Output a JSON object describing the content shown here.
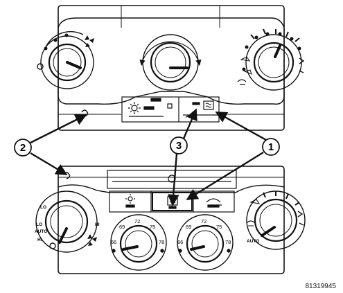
{
  "callouts": [
    {
      "number": "1"
    },
    {
      "number": "2"
    },
    {
      "number": "3"
    }
  ],
  "lower_panel": {
    "mode_knob_labels": {
      "lo_top": "LO",
      "lo": "LO",
      "auto": "AUTO",
      "hi_left": "HI",
      "hi_right": "HI"
    },
    "auto_label": "AUTO",
    "left_temp_scale": {
      "t69": "69",
      "t72": "72",
      "t75": "75",
      "t66": "66",
      "t78": "78"
    },
    "right_temp_scale": {
      "t69": "69",
      "t72": "72",
      "t75": "75",
      "t66": "66",
      "t78": "78"
    }
  },
  "figure_id": "81319945",
  "colors": {
    "line": "#111111",
    "background": "#ffffff",
    "panel": "#ffffff"
  },
  "icons": [
    "fan-icon",
    "sun-icon",
    "rear-defrost-icon",
    "recirculation-icon",
    "sensor-icon"
  ]
}
